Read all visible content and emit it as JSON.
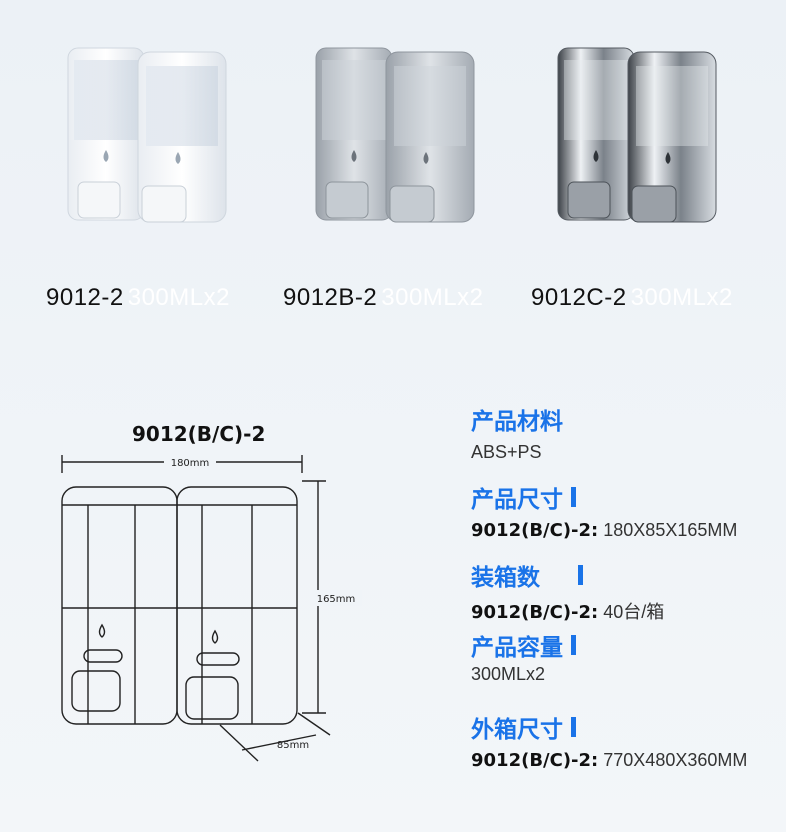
{
  "products": [
    {
      "model": "9012-2",
      "volume": "300MLx2",
      "finish": "white"
    },
    {
      "model": "9012B-2",
      "volume": "300MLx2",
      "finish": "silver"
    },
    {
      "model": "9012C-2",
      "volume": "300MLx2",
      "finish": "chrome"
    }
  ],
  "drawing": {
    "title": "9012(B/C)-2",
    "width_label": "180mm",
    "height_label": "165mm",
    "depth_label": "85mm"
  },
  "specs": {
    "material": {
      "heading": "产品材料",
      "value": "ABS+PS"
    },
    "size": {
      "heading": "产品尺寸",
      "model": "9012(B/C)-2:",
      "value": "180X85X165MM"
    },
    "packing": {
      "heading": "装箱数",
      "model": "9012(B/C)-2:",
      "value": "40台/箱"
    },
    "capacity": {
      "heading": "产品容量",
      "value": "300MLx2"
    },
    "carton": {
      "heading": "外箱尺寸",
      "model": "9012(B/C)-2:",
      "value": "770X480X360MM"
    }
  },
  "colors": {
    "accent": "#1a73e8",
    "white_body": "#f4f6f8",
    "silver_body": "#b9bfc6",
    "chrome_body": "#8a9098"
  }
}
